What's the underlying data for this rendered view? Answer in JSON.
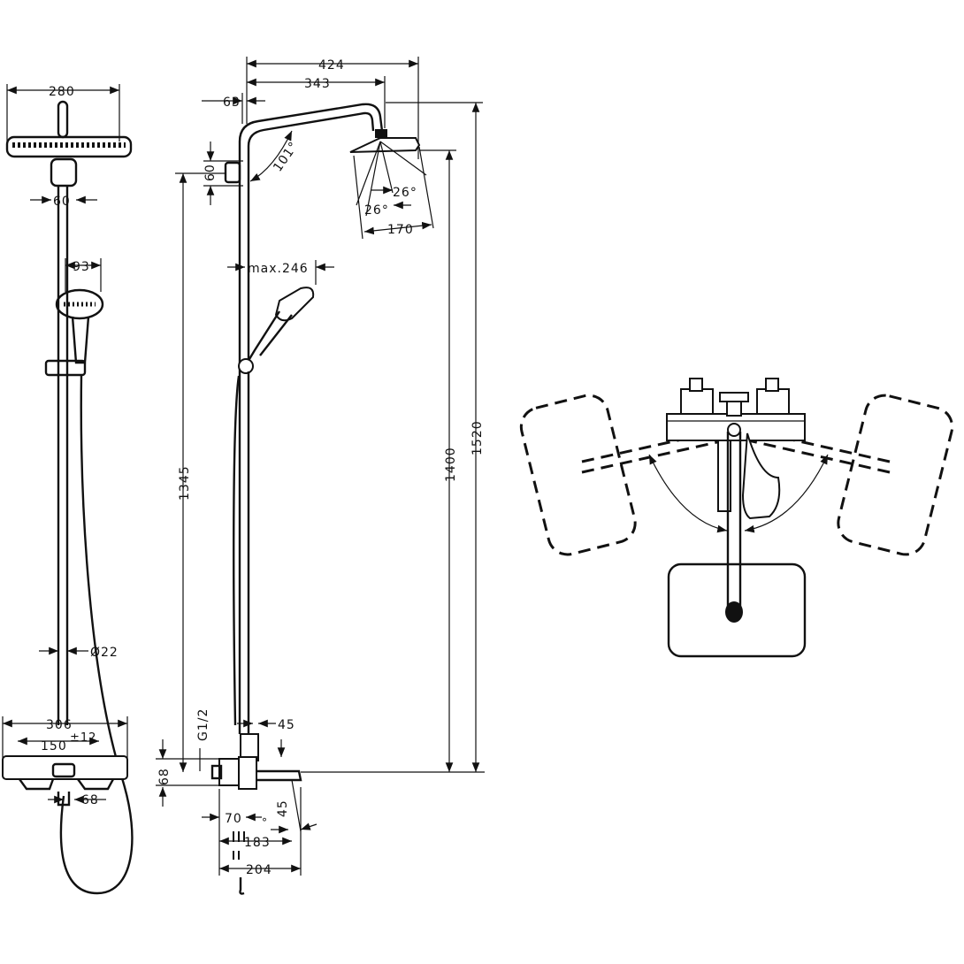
{
  "front_view": {
    "width_head": "280",
    "arm_mount": "60",
    "hand_shower_width": "93",
    "rail_diameter": "Ø22",
    "mixer_width": "306",
    "connection_spacing": "150",
    "connection_tolerance": "±12",
    "mixer_offset": "68"
  },
  "side_view": {
    "reach_total": "424",
    "reach_head": "343",
    "arm_offset": "63",
    "arm_height": "60",
    "arm_angle": "101°",
    "tilt_angle_a": "26°",
    "tilt_angle_b": "26°",
    "head_depth": "170",
    "hand_reach": "max.246",
    "rail_height": "1345",
    "head_height": "1400",
    "total_height": "1520",
    "thread": "G1/2",
    "spout_offset": "45",
    "mixer_height": "68",
    "wall_depth": "70",
    "spout_angle": "45",
    "depth_183": "183",
    "depth_204": "204"
  }
}
